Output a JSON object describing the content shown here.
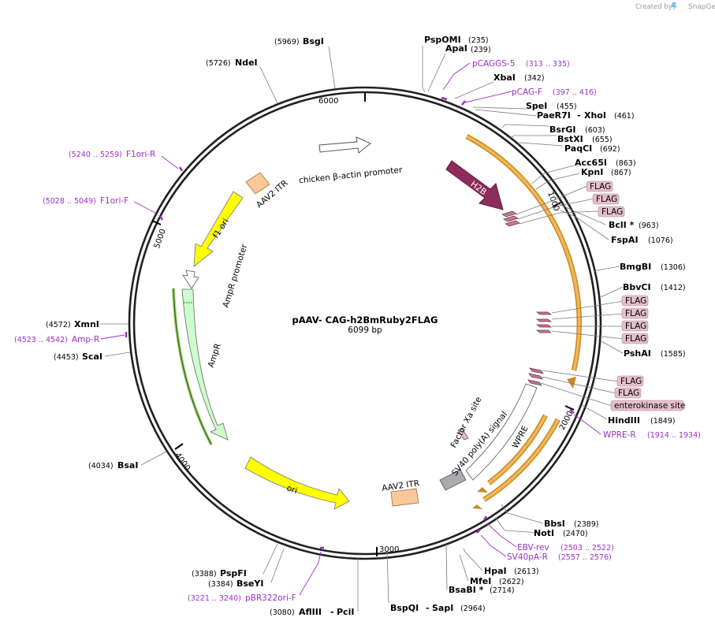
{
  "header": {
    "created_by": "Created by",
    "brand": "SnapGene"
  },
  "map": {
    "name": "pAAV- CAG-h2BmRuby2FLAG",
    "length": "6099 bp"
  },
  "ticks": [
    "1000",
    "2000",
    "3000",
    "4000",
    "5000",
    "6000"
  ],
  "enzymes": {
    "PspOMI": {
      "name": "PspOMI",
      "pos": "(235)"
    },
    "ApaI": {
      "name": "ApaI",
      "pos": "(239)"
    },
    "XbaI": {
      "name": "XbaI",
      "pos": "(342)"
    },
    "SpeI": {
      "name": "SpeI",
      "pos": "(455)"
    },
    "PaeR7I": {
      "name": "PaeR7I",
      "sep": "-",
      "name2": "XhoI",
      "pos": "(461)"
    },
    "BsrGI": {
      "name": "BsrGI",
      "pos": "(603)"
    },
    "BstXI": {
      "name": "BstXI",
      "pos": "(655)"
    },
    "PaqCI": {
      "name": "PaqCI",
      "pos": "(692)"
    },
    "Acc65I": {
      "name": "Acc65I",
      "pos": "(863)"
    },
    "KpnI": {
      "name": "KpnI",
      "pos": "(867)"
    },
    "BclI": {
      "name": "BclI *",
      "pos": "(963)"
    },
    "FspAI": {
      "name": "FspAI",
      "pos": "(1076)"
    },
    "BmgBI": {
      "name": "BmgBI",
      "pos": "(1306)"
    },
    "BbvCI": {
      "name": "BbvCI",
      "pos": "(1412)"
    },
    "PshAI": {
      "name": "PshAI",
      "pos": "(1585)"
    },
    "HindIII": {
      "name": "HindIII",
      "pos": "(1849)"
    },
    "BbsI": {
      "name": "BbsI",
      "pos": "(2389)"
    },
    "NotI": {
      "name": "NotI",
      "pos": "(2470)"
    },
    "HpaI": {
      "name": "HpaI",
      "pos": "(2613)"
    },
    "MfeI": {
      "name": "MfeI",
      "pos": "(2622)"
    },
    "BsaBI": {
      "name": "BsaBI *",
      "pos": "(2714)"
    },
    "BspQI": {
      "name": "BspQI",
      "sep": "-",
      "name2": "SapI",
      "pos": "(2964)"
    },
    "AflIII": {
      "name": "AflIII",
      "sep": "-",
      "name2": "PciI",
      "pos": "(3080)"
    },
    "BseYI": {
      "name": "BseYI",
      "pos": "(3384)"
    },
    "PspFI": {
      "name": "PspFI",
      "pos": "(3388)"
    },
    "BsaI": {
      "name": "BsaI",
      "pos": "(4034)"
    },
    "ScaI": {
      "name": "ScaI",
      "pos": "(4453)"
    },
    "XmnI": {
      "name": "XmnI",
      "pos": "(4572)"
    },
    "NdeI": {
      "name": "NdeI",
      "pos": "(5726)"
    },
    "BsgI": {
      "name": "BsgI",
      "pos": "(5969)"
    }
  },
  "primers": {
    "pCAGGS5": {
      "name": "pCAGGS-5",
      "range": "(313 .. 335)"
    },
    "pCAGF": {
      "name": "pCAG-F",
      "range": "(397 .. 416)"
    },
    "WPRER": {
      "name": "WPRE-R",
      "range": "(1914 .. 1934)"
    },
    "EBVrev": {
      "name": "EBV-rev",
      "range": "(2503 .. 2522)"
    },
    "SV40pAR": {
      "name": "SV40pA-R",
      "range": "(2557 .. 2576)"
    },
    "pBR322oriF": {
      "name": "pBR322ori-F",
      "range": "(3221 .. 3240)"
    },
    "AmpR": {
      "name": "Amp-R",
      "range": "(4523 .. 4542)"
    },
    "F1oriF": {
      "name": "F1ori-F",
      "range": "(5028 .. 5049)"
    },
    "F1oriR": {
      "name": "F1ori-R",
      "range": "(5240 .. 5259)"
    }
  },
  "tags": {
    "flag1": "FLAG",
    "flag2": "FLAG",
    "flag3": "FLAG",
    "flag4": "FLAG",
    "flag5": "FLAG",
    "flag6": "FLAG",
    "flag7": "FLAG",
    "flag8": "FLAG",
    "flag9": "FLAG",
    "enterokinase": "enterokinase site"
  },
  "features": {
    "cba": "chicken β-actin promoter",
    "h2b": "H2B",
    "aav2itr_top": "AAV2 ITR",
    "f1ori": "f1 ori",
    "ampr_promoter": "AmpR promoter",
    "ampr": "AmpR",
    "ori": "ori",
    "aav2itr_bottom": "AAV2 ITR",
    "sv40": "SV40 poly(A) signal",
    "wpre": "WPRE",
    "factorxa": "Factor Xa site"
  },
  "colors": {
    "backbone": "#231f20",
    "primer": "#9b2fc6",
    "h2b": "#8e2c5b",
    "mruby": "#f2b65a",
    "ori_yellow": "#ffff00",
    "ampr_green": "#ccffcc",
    "itr": "#fac898",
    "flag_fill": "#e4bfca",
    "sv40_grey": "#a9abae"
  }
}
